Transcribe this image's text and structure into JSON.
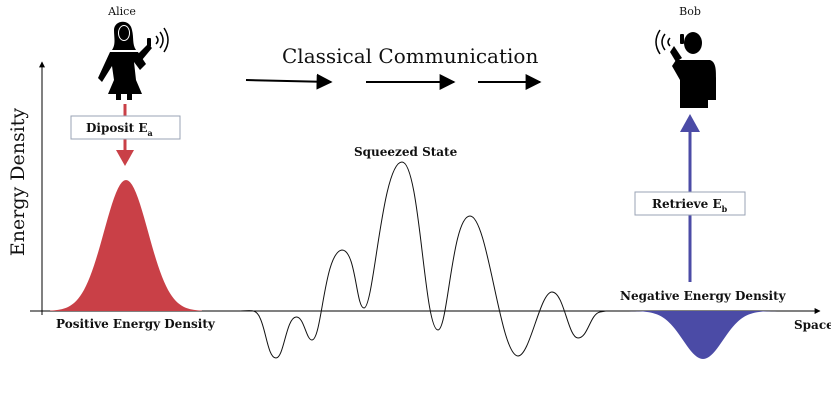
{
  "people": {
    "sender": {
      "name": "Alice",
      "icon": "woman-phone-icon"
    },
    "receiver": {
      "name": "Bob",
      "icon": "man-phone-icon"
    }
  },
  "axes": {
    "y_label": "Energy Density",
    "x_label": "Space"
  },
  "labels": {
    "classical": "Classical Communication",
    "deposit": "Diposit E",
    "deposit_sub": "a",
    "retrieve": "Retrieve E",
    "retrieve_sub": "b",
    "squeezed": "Squeezed State",
    "positive": "Positive Energy Density",
    "negative": "Negative Energy Density"
  },
  "colors": {
    "positive": "#c94047",
    "negative": "#4b4ba6",
    "axis": "#000000"
  }
}
